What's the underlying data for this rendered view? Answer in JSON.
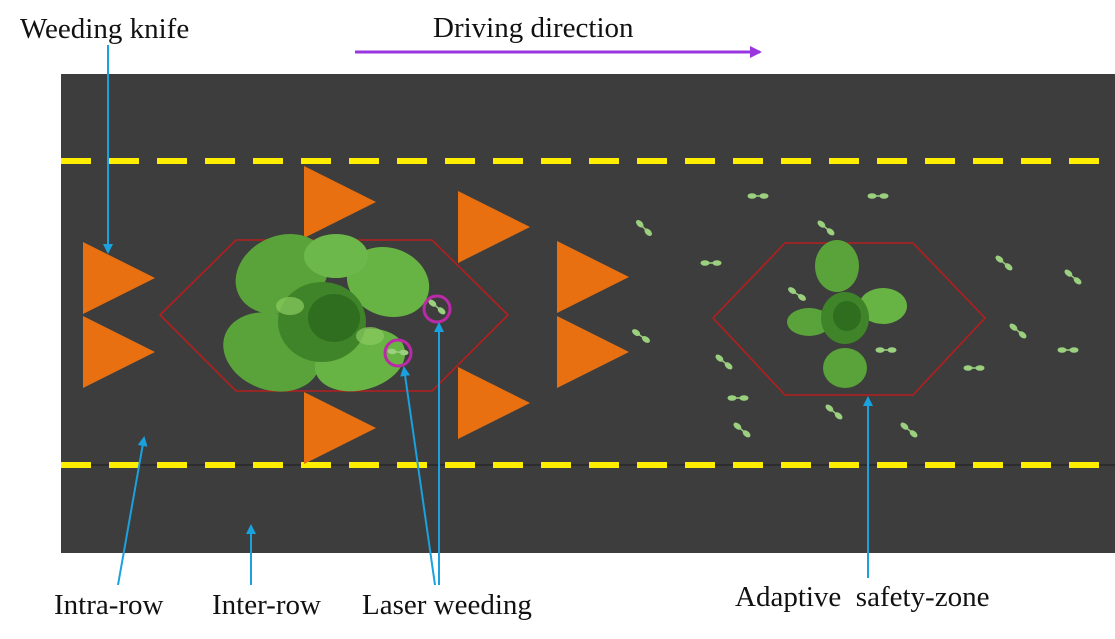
{
  "labels": {
    "weeding_knife": "Weeding knife",
    "driving_direction": "Driving direction",
    "intra_row": "Intra-row",
    "inter_row": "Inter-row",
    "laser_weeding": "Laser weeding",
    "adaptive_safety_zone": "Adaptive  safety-zone"
  },
  "colors": {
    "field_background": "#3d3d3d",
    "row_boundary": "#ffee00",
    "weeding_knife": "#e87011",
    "safety_zone_outline": "#b51e1e",
    "laser_marker": "#bb2aa6",
    "annotation_arrow": "#1aa1de",
    "driving_arrow": "#9a36e0",
    "crop_leaf": "#5aa33a",
    "crop_leaf_dark": "#2f6d1f",
    "weed": "#9ad07e"
  }
}
